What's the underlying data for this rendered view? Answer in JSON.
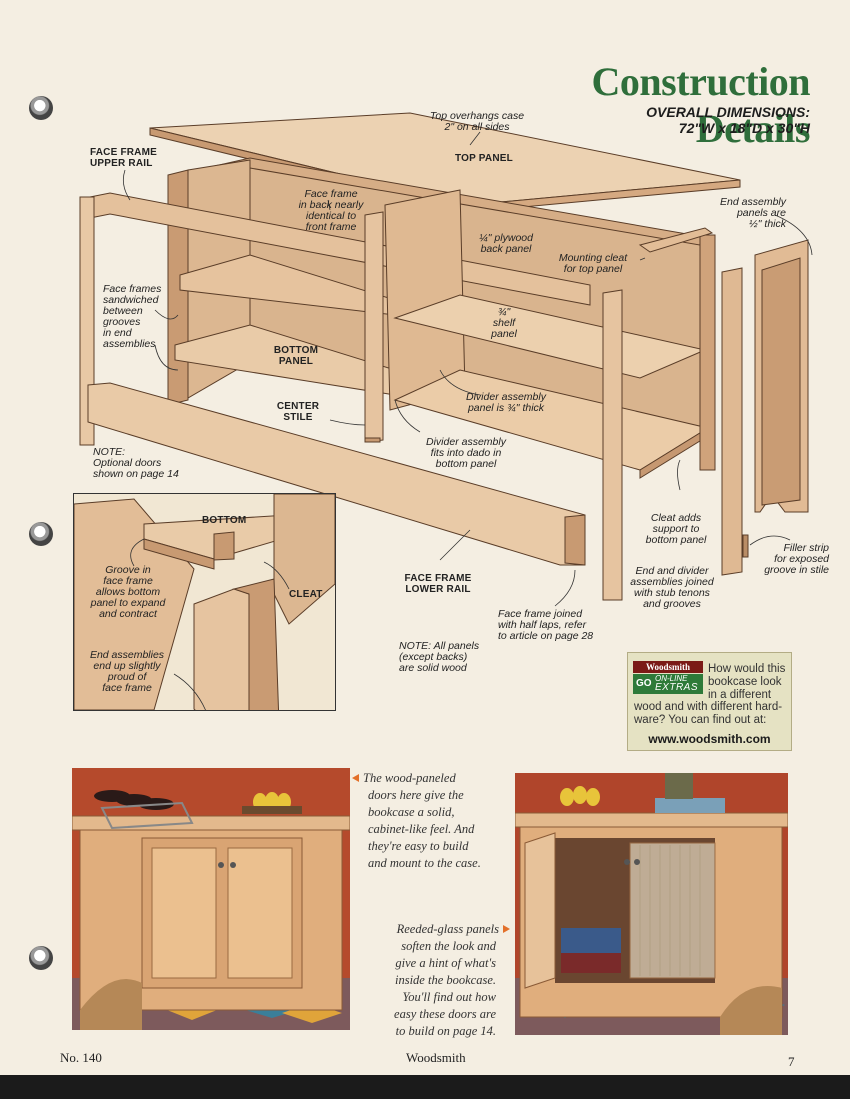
{
  "header": {
    "title": "Construction Details",
    "dims_label": "OVERALL DIMENSIONS:",
    "dims_value": "72\"W x 18\"D x 30\"H"
  },
  "labels": {
    "top_overhang": [
      "Top overhangs case",
      "2\" on all sides"
    ],
    "top_panel": "TOP PANEL",
    "upper_rail": [
      "FACE FRAME",
      "UPPER RAIL"
    ],
    "face_frame_back": [
      "Face frame",
      "in back nearly",
      "identical to",
      "front frame"
    ],
    "plywood": [
      "¼\" plywood",
      "back panel"
    ],
    "mounting_cleat": [
      "Mounting cleat",
      "for top panel"
    ],
    "end_panels": [
      "End assembly",
      "panels are",
      "½\" thick"
    ],
    "sandwiched": [
      "Face frames",
      "sandwiched",
      "between",
      "grooves",
      "in end",
      "assemblies"
    ],
    "shelf": [
      "¾\"",
      "shelf",
      "panel"
    ],
    "bottom_panel": [
      "BOTTOM",
      "PANEL"
    ],
    "divider_thick": [
      "Divider assembly",
      "panel is ¾\" thick"
    ],
    "center_stile": [
      "CENTER",
      "STILE"
    ],
    "divider_dado": [
      "Divider assembly",
      "fits into dado in",
      "bottom panel"
    ],
    "note_doors": [
      "NOTE:",
      "Optional doors",
      "shown on page 14"
    ],
    "cleat_support": [
      "Cleat adds",
      "support to",
      "bottom panel"
    ],
    "filler": [
      "Filler strip",
      "for exposed",
      "groove in stile"
    ],
    "end_divider": [
      "End and divider",
      "assemblies joined",
      "with stub tenons",
      "and grooves"
    ],
    "lower_rail": [
      "FACE FRAME",
      "LOWER RAIL"
    ],
    "half_laps": [
      "Face frame joined",
      "with half laps, refer",
      "to article on page 28"
    ],
    "note_panels": [
      "NOTE: All panels",
      "(except backs)",
      "are solid wood"
    ]
  },
  "inset": {
    "bottom": "BOTTOM",
    "cleat": "CLEAT",
    "groove": [
      "Groove in",
      "face frame",
      "allows bottom",
      "panel to expand",
      "and contract"
    ],
    "end_assemblies": [
      "End assemblies",
      "end up slightly",
      "proud of",
      "face frame"
    ]
  },
  "extras": {
    "brand": "Woodsmith",
    "go": "GO",
    "online": "ON-LINE",
    "extras": "EXTRAS",
    "question": "How would this bookcase look in a different",
    "question_rest": "wood and with different hard-ware? You can find out at:",
    "url": "www.woodsmith.com"
  },
  "captions": {
    "left": [
      "The wood-paneled",
      "doors here give the",
      "bookcase a solid,",
      "cabinet-like feel. And",
      "they're easy to build",
      "and mount to the case."
    ],
    "right": [
      "Reeded-glass panels",
      "soften the look and",
      "give a hint of what's",
      "inside the bookcase.",
      "You'll find out how",
      "easy these doors are",
      "to build on page 14."
    ]
  },
  "footer": {
    "issue": "No. 140",
    "magazine": "Woodsmith",
    "page": "7"
  },
  "colors": {
    "title_green": "#2f6e3b",
    "wood": "#e9c9a6",
    "wood_dark": "#c99b73",
    "arrow_orange": "#e3702a"
  }
}
